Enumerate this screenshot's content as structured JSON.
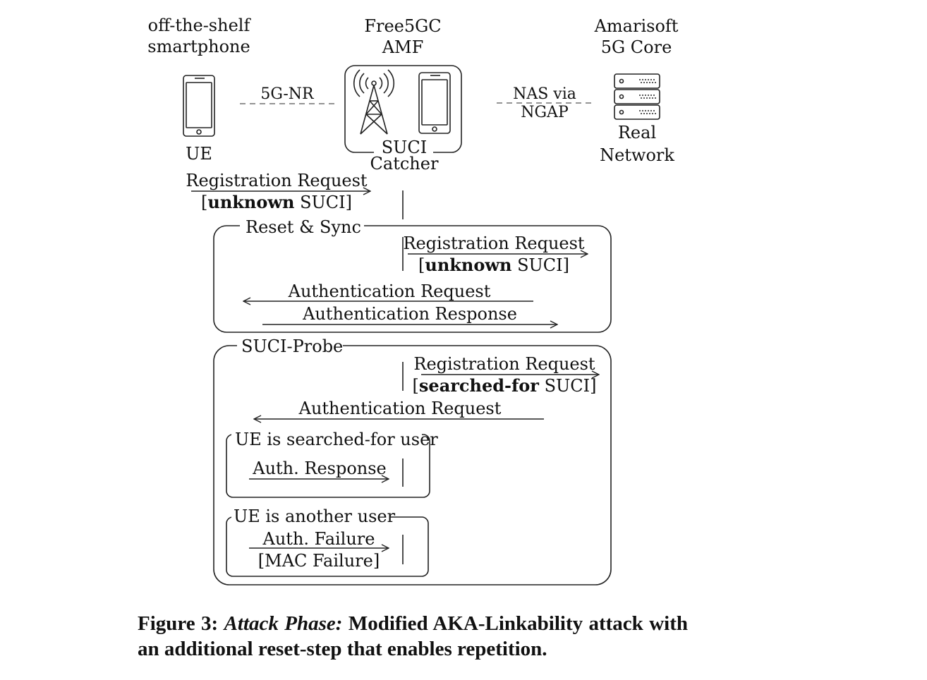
{
  "entities": {
    "ue": {
      "top_line1": "off-the-shelf",
      "top_line2": "smartphone",
      "label": "UE"
    },
    "catcher": {
      "top_line1": "Free5GC",
      "top_line2": "AMF",
      "label_line1": "SUCI",
      "label_line2": "Catcher"
    },
    "core": {
      "top_line1": "Amarisoft",
      "top_line2": "5G Core",
      "label_line1": "Real",
      "label_line2": "Network"
    }
  },
  "links": {
    "radio": "5G-NR",
    "nas_line1": "NAS via",
    "nas_line2": "NGAP"
  },
  "messages": {
    "reg1_line1": "Registration Request",
    "reg1_open": "[",
    "reg1_bold": "unknown",
    "reg1_rest": " SUCI]",
    "reset_title": "Reset & Sync",
    "reg2_line1": "Registration Request",
    "reg2_open": "[",
    "reg2_bold": "unknown",
    "reg2_rest": " SUCI]",
    "auth_req1": "Authentication Request",
    "auth_resp": "Authentication Response",
    "probe_title": "SUCI-Probe",
    "reg3_line1": "Registration Request",
    "reg3_open": "[",
    "reg3_bold": "searched-for",
    "reg3_rest": " SUCI]",
    "auth_req2": "Authentication Request",
    "case1_title": "UE is searched-for user",
    "case1_msg": "Auth. Response",
    "case2_title": "UE is another user",
    "case2_msg_line1": "Auth. Failure",
    "case2_msg_line2": "[MAC Failure]"
  },
  "caption": {
    "label": "Figure 3:",
    "emph": "Attack Phase:",
    "text": "Modified AKA-Linkability attack with an additional reset-step that enables repetition."
  }
}
